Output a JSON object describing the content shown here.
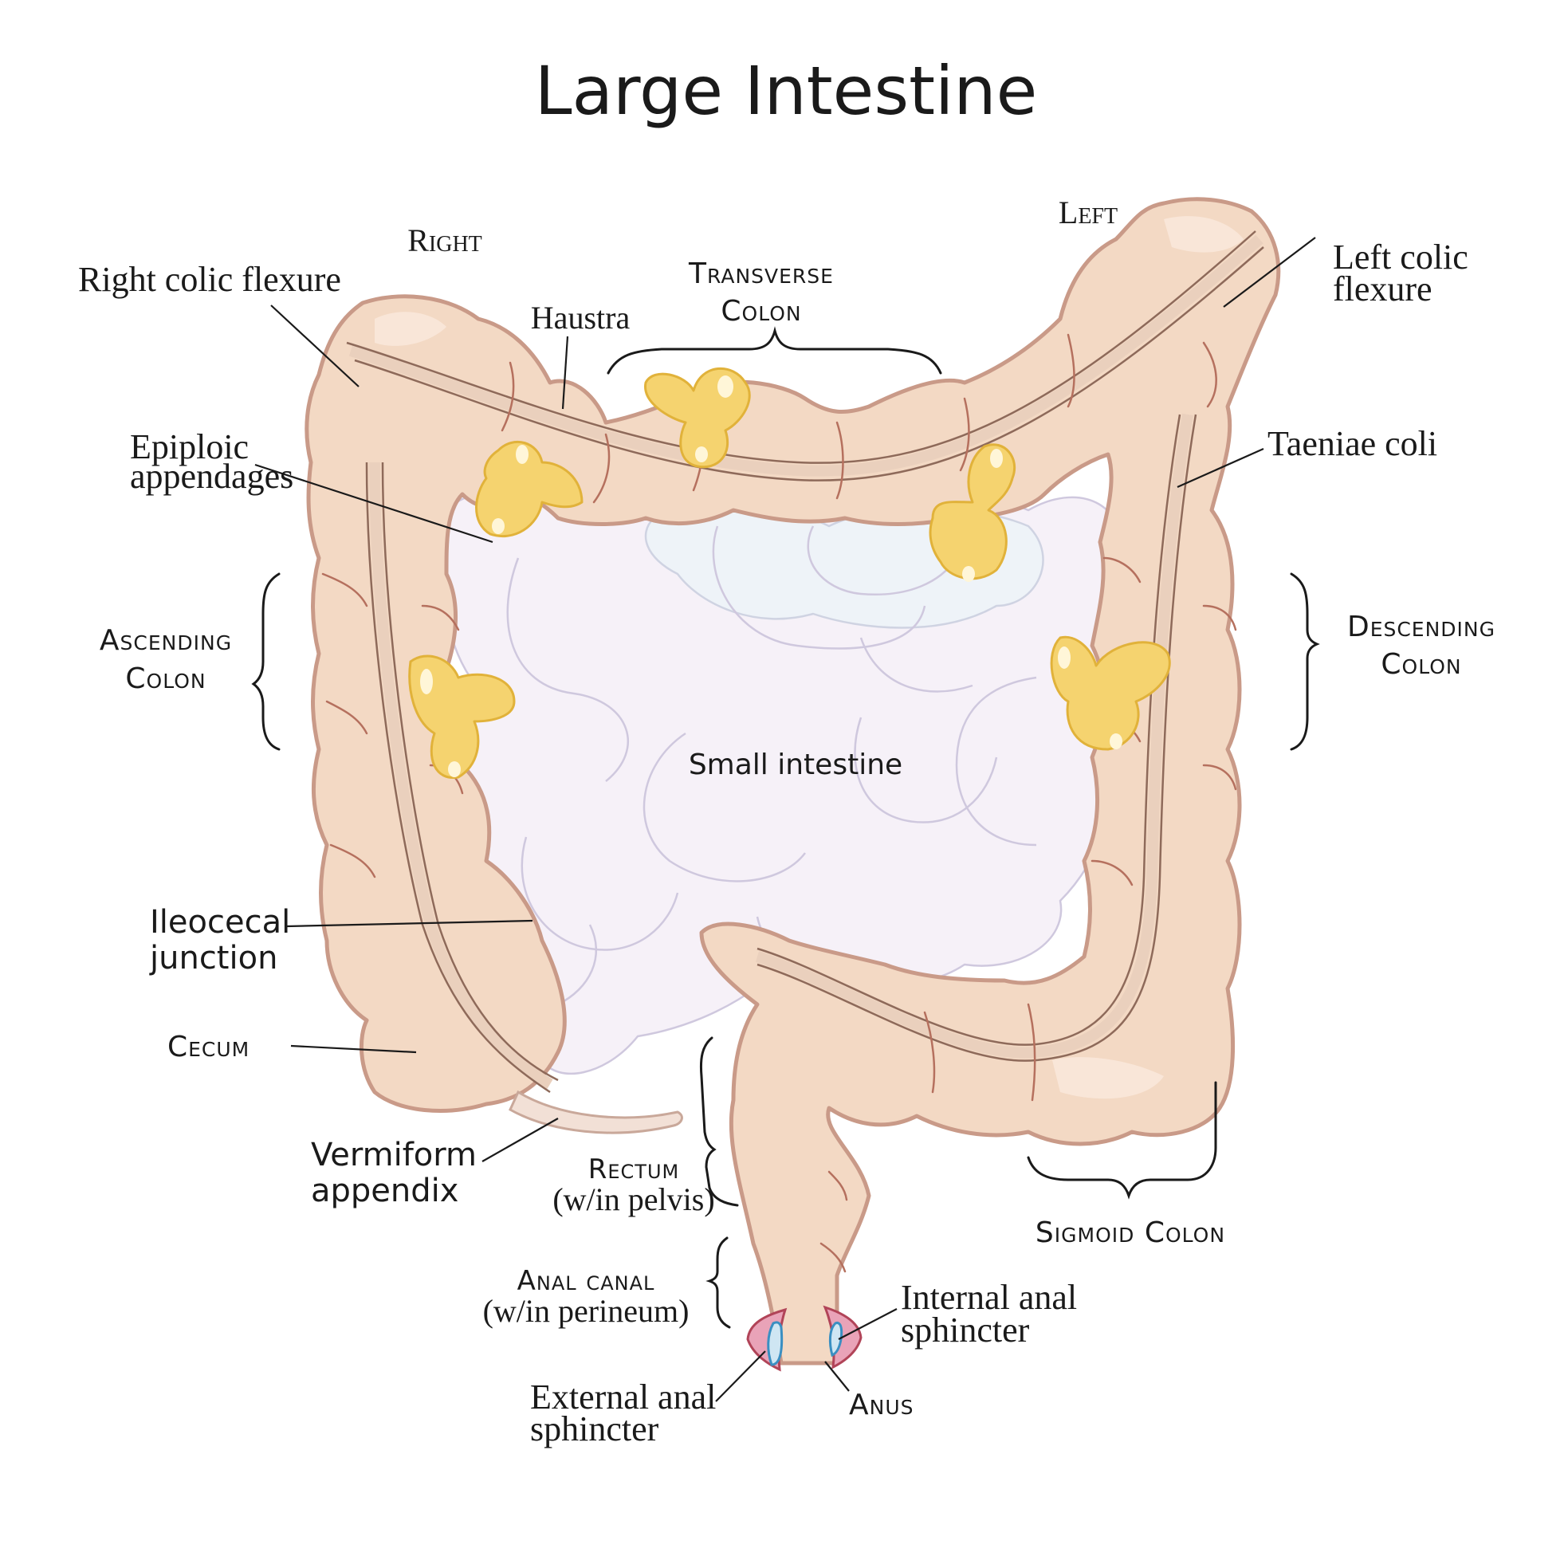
{
  "title": "Large Intestine",
  "labels": {
    "right": "Right",
    "left": "Left",
    "right_colic_flexure": "Right colic flexure",
    "haustra": "Haustra",
    "transverse_colon_1": "Transverse",
    "transverse_colon_2": "Colon",
    "left_colic_flexure_1": "Left colic",
    "left_colic_flexure_2": "flexure",
    "epiploic_appendages_1": "Epiploic",
    "epiploic_appendages_2": "appendages",
    "taeniae_coli": "Taeniae coli",
    "ascending_colon_1": "Ascending",
    "ascending_colon_2": "Colon",
    "descending_colon_1": "Descending",
    "descending_colon_2": "Colon",
    "small_intestine": "Small intestine",
    "ileocecal_junction_1": "Ileocecal",
    "ileocecal_junction_2": "junction",
    "cecum": "Cecum",
    "vermiform_appendix_1": "Vermiform",
    "vermiform_appendix_2": "appendix",
    "rectum_1": "Rectum",
    "rectum_2": "(w/in pelvis)",
    "sigmoid_colon": "Sigmoid Colon",
    "anal_canal_1": "Anal canal",
    "anal_canal_2": "(w/in perineum)",
    "internal_anal_sphincter_1": "Internal anal",
    "internal_anal_sphincter_2": "sphincter",
    "external_anal_sphincter_1": "External anal",
    "external_anal_sphincter_2": "sphincter",
    "anus": "Anus"
  },
  "colors": {
    "colon": "#f3d9c4",
    "colon_outline": "#c99a88",
    "epiploic_fat": "#f5d36f",
    "small_intestine": "#f6f1f8",
    "external_sphincter": "#e9a3b8",
    "internal_sphincter": "#cfe6f3"
  }
}
